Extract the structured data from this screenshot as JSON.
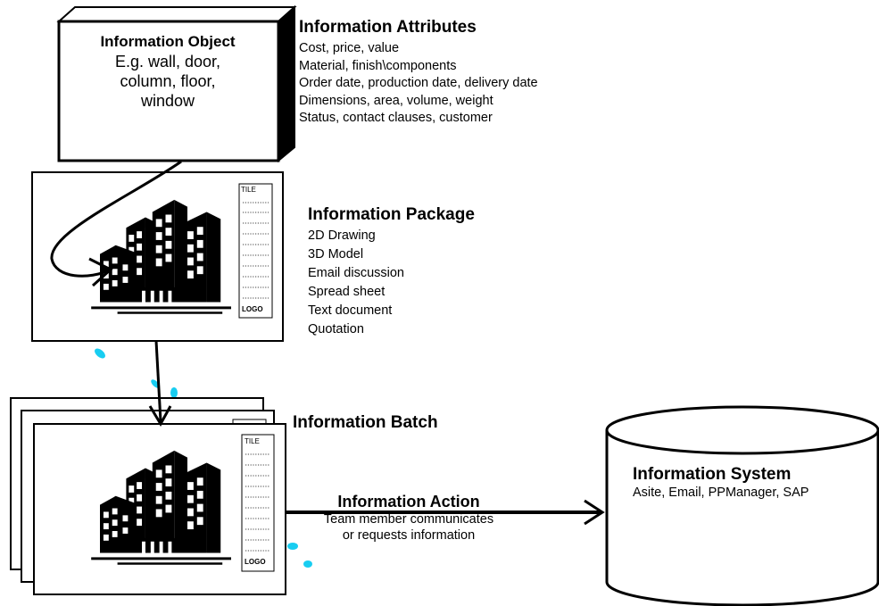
{
  "object": {
    "title": "Information Object",
    "lines": [
      "E.g. wall, door,",
      "column, floor,",
      "window"
    ]
  },
  "attributes": {
    "title": "Information Attributes",
    "items": [
      "Cost, price, value",
      "Material, finish\\components",
      "Order date, production date, delivery date",
      "Dimensions, area, volume, weight",
      "Status, contact clauses, customer"
    ]
  },
  "package": {
    "title": "Information Package",
    "items": [
      "2D Drawing",
      "3D Model",
      "Email discussion",
      "Spread sheet",
      "Text document",
      "Quotation"
    ]
  },
  "batch": {
    "title": "Information Batch"
  },
  "action": {
    "title": "Information Action",
    "lines": [
      "Team member communicates",
      "or requests information"
    ]
  },
  "system": {
    "title": "Information System",
    "subtitle": "Asite, Email, PPManager, SAP"
  },
  "title_block": {
    "title": "TILE",
    "logo": "LOGO"
  },
  "colors": {
    "ink": "#000000",
    "page": "#ffffff",
    "watermark": "#00c8f0"
  }
}
